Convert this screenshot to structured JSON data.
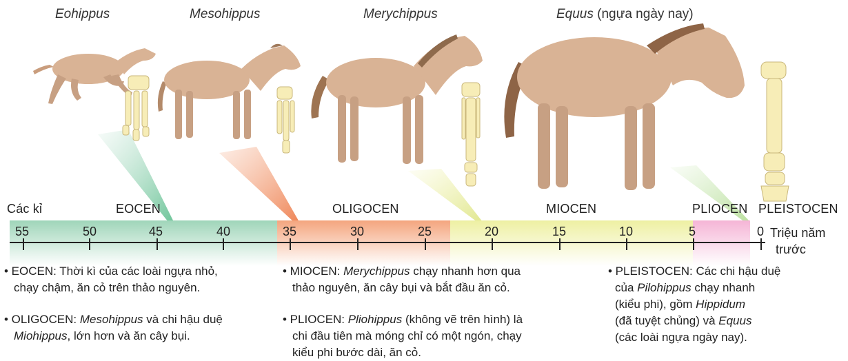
{
  "species": {
    "eohippus": "Eohippus",
    "mesohippus": "Mesohippus",
    "merychippus": "Merychippus",
    "equus_name": "Equus",
    "equus_note": " (ngựa ngày nay)"
  },
  "timeline": {
    "cac_ki": "Các kỉ",
    "eras": [
      "EOCEN",
      "OLIGOCEN",
      "MIOCEN",
      "PLIOCEN",
      "PLEISTOCEN"
    ],
    "ticks": [
      "55",
      "50",
      "45",
      "40",
      "35",
      "30",
      "25",
      "20",
      "15",
      "10",
      "5",
      "0"
    ],
    "unit_line1": "Triệu năm",
    "unit_line2": "trước",
    "colors": {
      "eocen": "#a8d9c1",
      "oligocen": "#f4a57e",
      "miocen": "#eef0a2",
      "pliocen": "#f5b5d6",
      "pleistocen": "#ffffff",
      "horse": "#d9b395",
      "bone": "#f7edb7"
    }
  },
  "notes": {
    "eocen": {
      "prefix": "• EOCEN: Thời kì của các loài ngựa nhỏ,",
      "line2": "chạy chậm, ăn cỏ trên thảo nguyên."
    },
    "oligocen": {
      "prefix": "• OLIGOCEN: ",
      "italic1": "Mesohippus",
      "middle": " và chi hậu duệ",
      "italic2": "Miohippus",
      "suffix": ", lớn hơn và ăn cây bụi."
    },
    "miocen": {
      "prefix": "• MIOCEN: ",
      "italic": "Merychippus",
      "suffix": " chạy nhanh hơn qua",
      "line2": "thảo nguyên, ăn cây bụi và bắt đầu ăn cỏ."
    },
    "pliocen": {
      "prefix": "• PLIOCEN: ",
      "italic": "Pliohippus",
      "suffix": " (không vẽ trên hình) là",
      "line2": "chi đầu tiên mà móng chỉ có một ngón, chạy",
      "line3": "kiểu phi bước dài, ăn cỏ."
    },
    "pleistocen": {
      "line1": "• PLEISTOCEN: Các chi hậu duệ",
      "line2_prefix": "của ",
      "line2_italic": "Pilohippus",
      "line2_suffix": " chạy nhanh",
      "line3_prefix": "(kiểu phi), gồm ",
      "line3_italic": "Hippidum",
      "line4_prefix": "(đã tuyệt chủng) và ",
      "line4_italic": "Equus",
      "line5": "(các loài ngựa ngày nay)."
    }
  }
}
